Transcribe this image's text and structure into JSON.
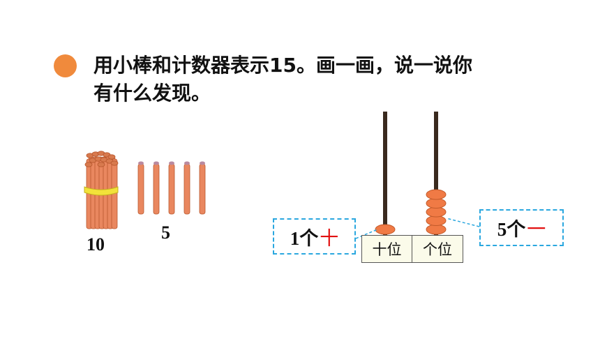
{
  "colors": {
    "bullet": "#f08a3c",
    "stick_body": "#e9875f",
    "stick_edge": "#b8582f",
    "stick_tip": "#b98aa0",
    "band": "#f2e23a",
    "bead": "#f07a45",
    "rod": "#3a2a1e",
    "callout_border": "#2aa7df",
    "red_text": "#e21010"
  },
  "question": {
    "line1": "用小棒和计数器表示15。画一画，说一说你",
    "line2": "有什么发现。"
  },
  "sticks": {
    "bundle_label": "10",
    "loose_label": "5",
    "loose_count": 5
  },
  "abacus": {
    "tens_beads": 1,
    "ones_beads": 5,
    "tens_label": "十位",
    "ones_label": "个位"
  },
  "callouts": {
    "tens": {
      "prefix": "1个",
      "highlight": "十"
    },
    "ones": {
      "prefix": "5个",
      "highlight": "一"
    }
  }
}
